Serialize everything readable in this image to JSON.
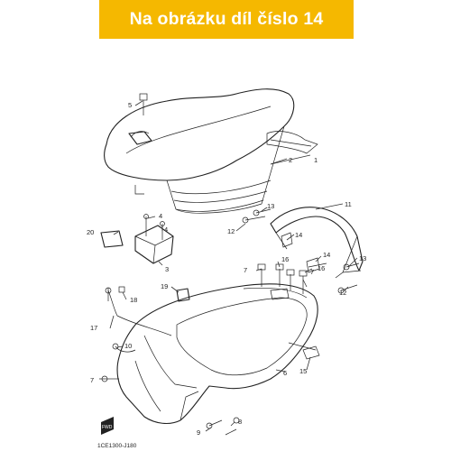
{
  "banner": {
    "text": "Na obrázku díl číslo 14",
    "color": "#f5b800"
  },
  "diagram_code": "1CE1300-J180",
  "fwd_marker": "FWD",
  "callouts": {
    "c1": "1",
    "c2": "2",
    "c3": "3",
    "c4a": "4",
    "c4b": "4",
    "c5": "5",
    "c6": "6",
    "c7a": "7",
    "c7b": "7",
    "c7c": "7",
    "c8": "8",
    "c9": "9",
    "c10": "10",
    "c11": "11",
    "c12a": "12",
    "c12b": "12",
    "c13a": "13",
    "c13b": "13",
    "c14a": "14",
    "c14b": "14",
    "c15": "15",
    "c16a": "16",
    "c16b": "16",
    "c17": "17",
    "c18": "18",
    "c19": "19",
    "c20": "20"
  }
}
